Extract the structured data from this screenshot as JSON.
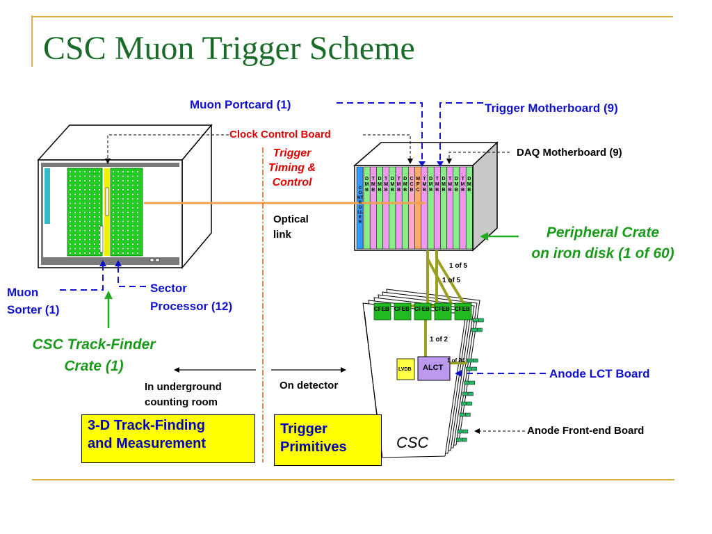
{
  "slide": {
    "title": "CSC Muon Trigger Scheme",
    "accent_color": "#e0b040",
    "title_color": "#1a6b2a"
  },
  "labels": {
    "muon_portcard": "Muon Portcard (1)",
    "trigger_motherboard": "Trigger Motherboard (9)",
    "clock_control_board": "Clock Control Board",
    "ttc_line1": "Trigger",
    "ttc_line2": "Timing &",
    "ttc_line3": "Control",
    "daq_motherboard": "DAQ Motherboard (9)",
    "optical_line1": "Optical",
    "optical_line2": "link",
    "peripheral_line1": "Peripheral Crate",
    "peripheral_line2": "on iron disk (1 of 60)",
    "muon_sorter_line1": "Muon",
    "muon_sorter_line2": "Sorter (1)",
    "sector_line1": "Sector",
    "sector_line2": "Processor (12)",
    "track_finder_line1": "CSC Track-Finder",
    "track_finder_line2": "Crate (1)",
    "anode_lct_board": "Anode LCT Board",
    "anode_frontend_board": "Anode Front-end Board",
    "underground_line1": "In underground",
    "underground_line2": "counting room",
    "on_detector": "On detector",
    "csc": "CSC",
    "one_of_5_a": "1 of 5",
    "one_of_5_b": "1 of 5",
    "one_of_2": "1 of 2",
    "one_of_24": "1 of 24",
    "cfeb": "CFEB",
    "alct": "ALCT",
    "lvdb": "LVDB",
    "controller": "CONTROLLER",
    "box_left_line1": "3-D Track-Finding",
    "box_left_line2": "and Measurement",
    "box_right_line1": "Trigger",
    "box_right_line2": "Primitives"
  },
  "crate_slots": [
    "D M B",
    "T M B",
    "D M B",
    "T M B",
    "D M B",
    "T M B",
    "D M B",
    "C C B",
    "M P C",
    "T M B",
    "D M B",
    "T M B",
    "D M B",
    "T M B",
    "D M B",
    "T M B",
    "D M B"
  ]
}
